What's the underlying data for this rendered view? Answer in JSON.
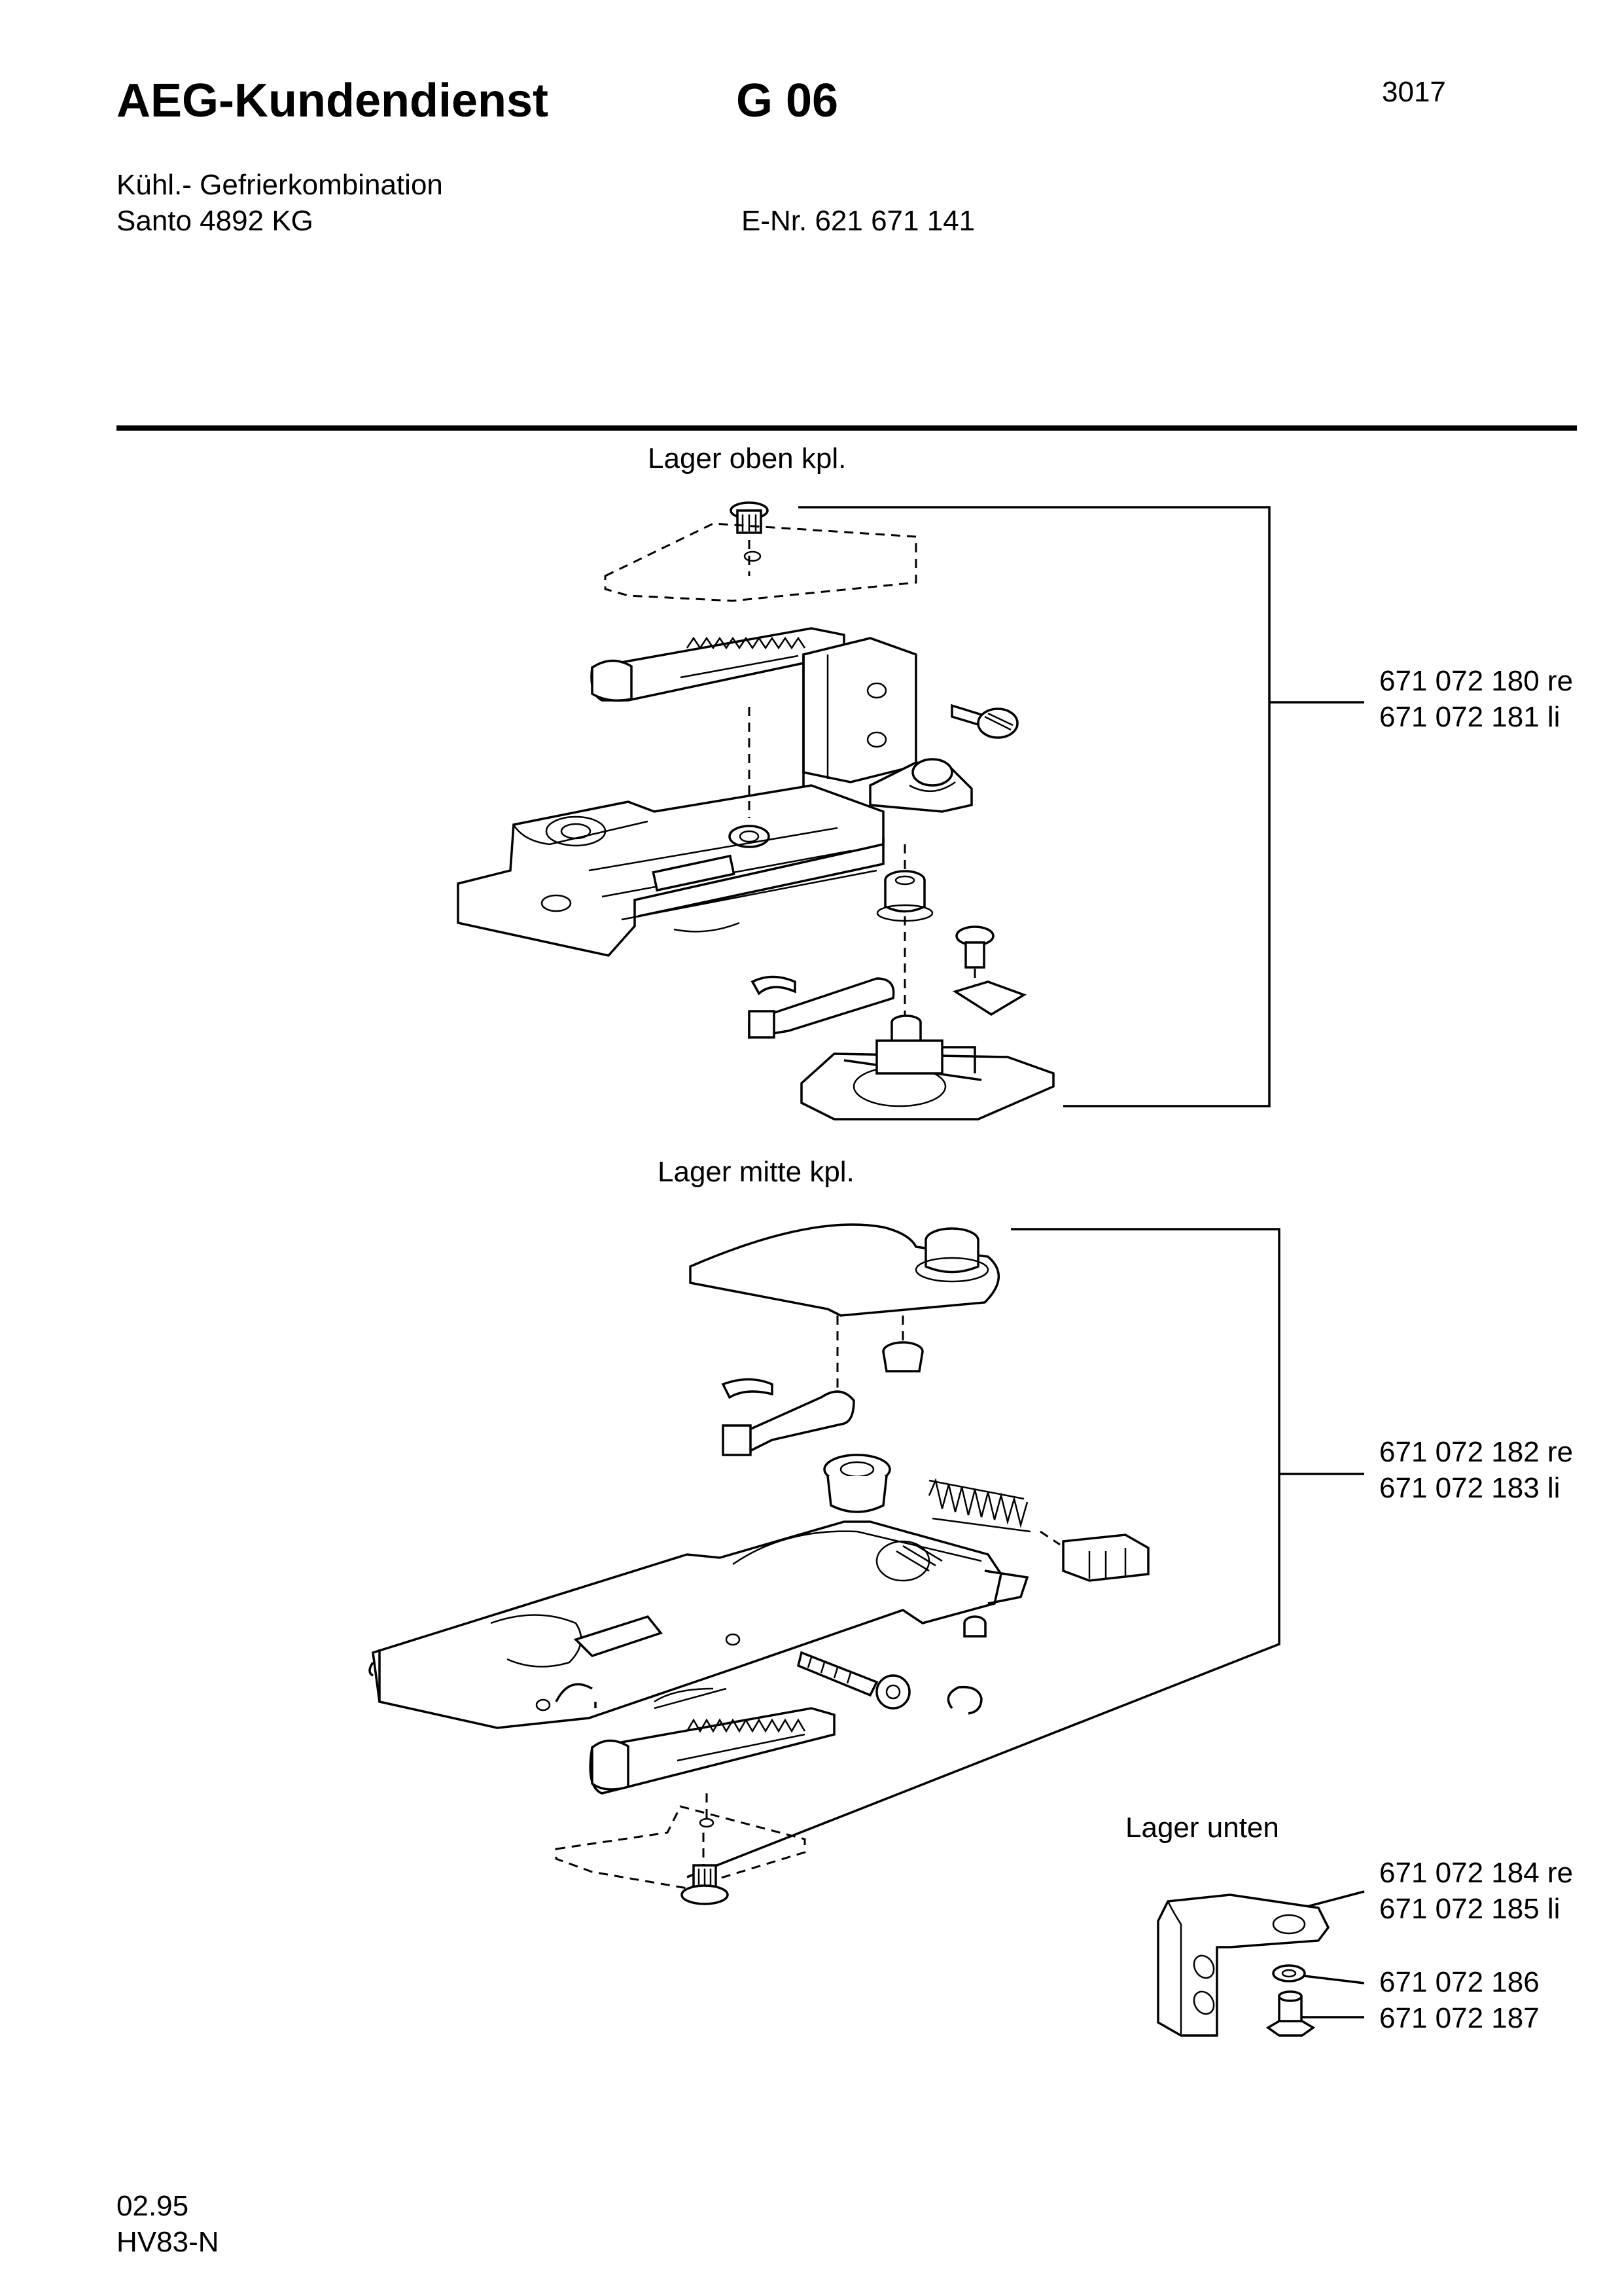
{
  "header": {
    "service_title": "AEG-Kundendienst",
    "group_code": "G 06",
    "page_number": "3017",
    "product_type": "Kühl.- Gefrierkombination",
    "model": "Santo 4892 KG",
    "e_number": "E-Nr. 621 671 141"
  },
  "sections": {
    "upper": {
      "title": "Lager oben kpl.",
      "part_right": "671 072 180 re",
      "part_left": "671 072 181 li"
    },
    "middle": {
      "title": "Lager mitte kpl.",
      "part_right": "671 072 182 re",
      "part_left": "671 072 183 li"
    },
    "lower": {
      "title": "Lager unten",
      "part_right": "671 072 184 re",
      "part_left": "671 072 185 li",
      "part_washer": "671 072 186",
      "part_screw": "671 072 187"
    }
  },
  "footer": {
    "date": "02.95",
    "code": "HV83-N"
  }
}
